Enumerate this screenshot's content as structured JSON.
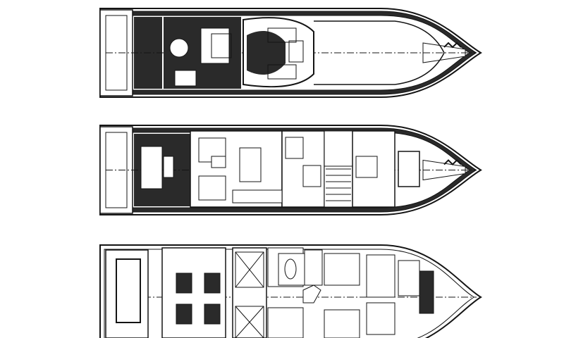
{
  "colors": {
    "background": "#ffffff",
    "ink": "#141414",
    "teak": "#2a2a2a",
    "fill_light": "#f4f4f4"
  },
  "decks": [
    {
      "key": "flybridge"
    },
    {
      "key": "main-deck"
    },
    {
      "key": "lower-deck"
    }
  ]
}
